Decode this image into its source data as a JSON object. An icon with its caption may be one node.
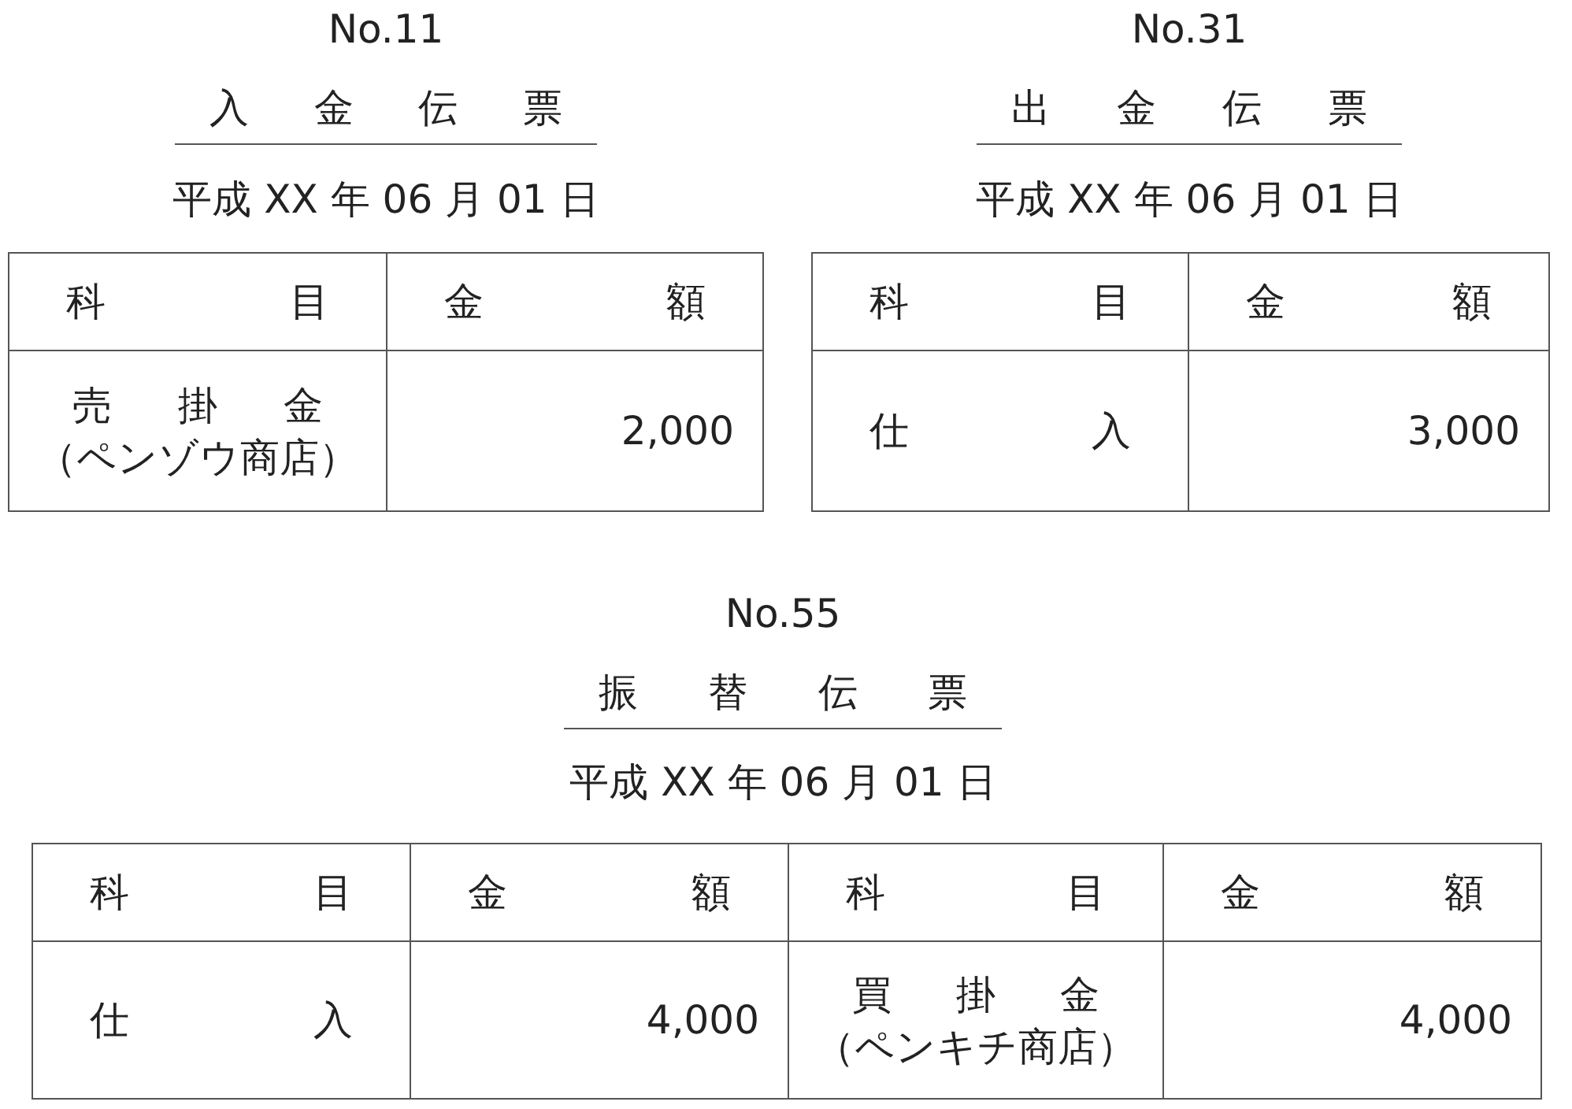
{
  "diagram": {
    "labels": [
      "No.11",
      "入 金 伝 票",
      "平成 XX 年 06 月 01 日",
      "科 目",
      "金 額",
      "売 掛 金",
      "（ペンゾウ商店）",
      "2,000",
      "No.31",
      "出 金 伝 票",
      "平成 XX 年 06 月 01 日",
      "科 目",
      "金 額",
      "仕 入",
      "3,000",
      "No.55",
      "振 替 伝 票",
      "平成 XX 年 06 月 01 日",
      "科 目",
      "金 額",
      "科 目",
      "金 額",
      "仕 入",
      "4,000",
      "買 掛 金",
      "（ペンキチ商店）",
      "4,000"
    ]
  }
}
